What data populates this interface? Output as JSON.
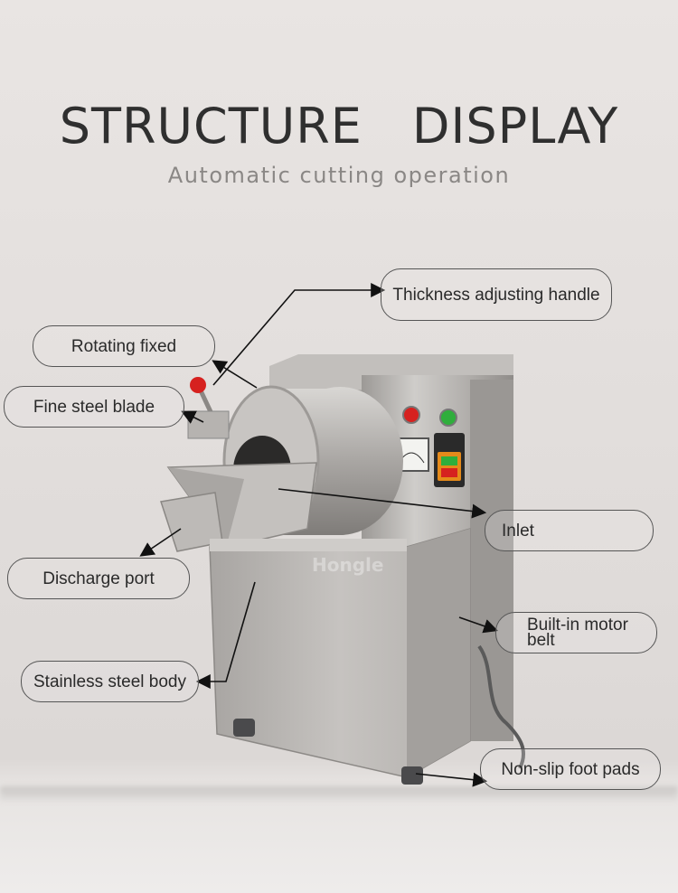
{
  "header": {
    "title": "STRUCTURE　DISPLAY",
    "subtitle": "Automatic cutting operation"
  },
  "labels": {
    "thickness_handle": "Thickness adjusting handle",
    "rotating_fixed": "Rotating fixed",
    "fine_blade": "Fine steel blade",
    "inlet": "Inlet",
    "discharge_port": "Discharge port",
    "motor_line1": "Built-in motor",
    "motor_line2": "belt",
    "steel_body": "Stainless steel body",
    "foot_pads": "Non-slip foot pads"
  },
  "watermark": "Hongle",
  "colors": {
    "steel": "#b9b6b3",
    "knob_red": "#d6211f",
    "indicator_green": "#2fae3c",
    "switch_orange": "#e58a1a"
  }
}
